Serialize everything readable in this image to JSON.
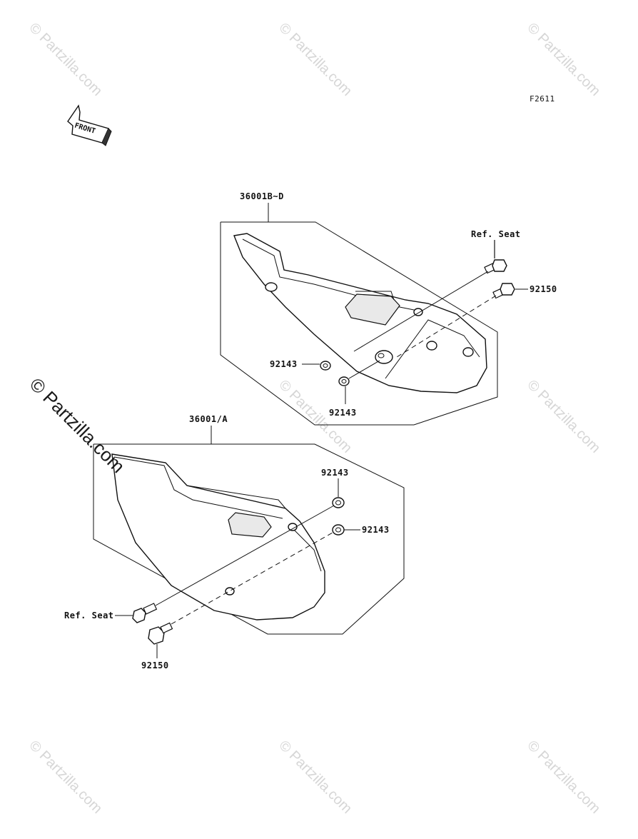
{
  "diagram_code": "F2611",
  "front_label": "FRONT",
  "watermark_text": "© Partzilla.com",
  "assembly_upper": {
    "part_label": "36001B~D",
    "labels": {
      "ref_seat": "Ref. Seat",
      "bolt": "92150",
      "washer_left": "92143",
      "washer_bottom": "92143"
    }
  },
  "assembly_lower": {
    "part_label": "36001/A",
    "labels": {
      "washer_top": "92143",
      "washer_right": "92143",
      "ref_seat": "Ref. Seat",
      "bolt": "92150"
    }
  }
}
